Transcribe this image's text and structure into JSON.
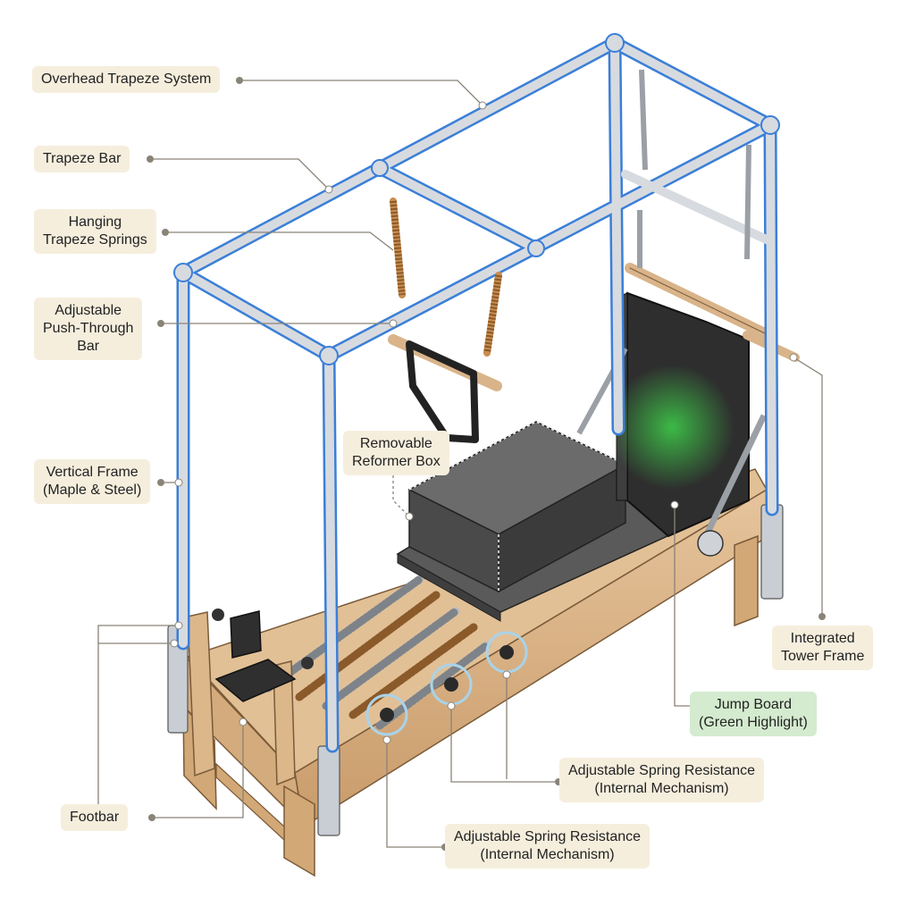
{
  "labels": {
    "overhead_trapeze_system": "Overhead Trapeze System",
    "trapeze_bar": "Trapeze Bar",
    "hanging_springs_1": "Hanging",
    "hanging_springs_2": "Trapeze Springs",
    "push_through_1": "Adjustable",
    "push_through_2": "Push-Through",
    "push_through_3": "Bar",
    "removable_box_1": "Removable",
    "removable_box_2": "Reformer Box",
    "vertical_frame_1": "Vertical Frame",
    "vertical_frame_2": "(Maple & Steel)",
    "integrated_tower_1": "Integrated",
    "integrated_tower_2": "Tower Frame",
    "jump_board_1": "Jump Board",
    "jump_board_2": "(Green Highlight)",
    "spring_a_1": "Adjustable Spring Resistance",
    "spring_a_2": "(Internal Mechanism)",
    "spring_b_1": "Adjustable Spring Resistance",
    "spring_b_2": "(Internal Mechanism)",
    "footbar": "Footbar"
  },
  "colors": {
    "label_bg": "#f6eedd",
    "label_green_bg": "#d4ebcf",
    "frame_highlight": "#3b7fd8",
    "steel": "#c9ced4",
    "maple": "#d9b48a",
    "upholstery": "#2e2e2e",
    "jump_board_glow": "#3fd24a",
    "leader_line": "#8a8378"
  }
}
